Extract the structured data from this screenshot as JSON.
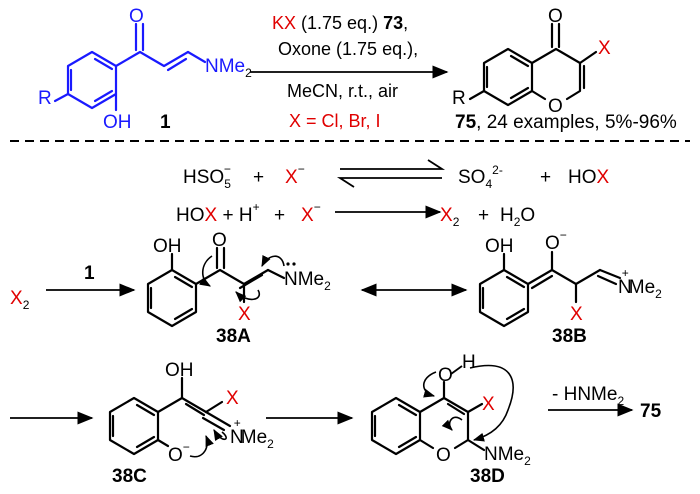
{
  "top": {
    "reactant_R": "R",
    "reactant_O": "O",
    "reactant_OH": "OH",
    "reactant_N": "NMe",
    "reactant_N_sub": "2",
    "reactant_num": "1",
    "cond1_a": "KX",
    "cond1_b": " (1.75 eq.) ",
    "cond1_c": "73",
    "cond1_d": ",",
    "cond2": "Oxone (1.75 eq.),",
    "cond3": "MeCN, r.t., air",
    "cond4": "X = Cl, Br, I",
    "product_R": "R",
    "product_O": "O",
    "product_ringO": "O",
    "product_X": "X",
    "product_num": "75",
    "product_desc": ", 24 examples, 5%-96%"
  },
  "eq1": {
    "hso": "HSO",
    "hso_sub": "5",
    "hso_sup": "−",
    "plus1": "+",
    "x": "X",
    "x_sup": "−",
    "so4": "SO",
    "so4_sub": "4",
    "so4_sup": "2-",
    "plus2": "+",
    "ho": "HO",
    "hox_x": "X"
  },
  "eq2": {
    "ho": "HO",
    "x1": "X",
    "plus_h": " + H",
    "h_sup": "+",
    "plus1": "+",
    "x2": "X",
    "x2_sup": "−",
    "x2prod": "X",
    "x2prod_sub": "2",
    "plus2": "+",
    "h2o_h": "H",
    "h2o_sub": "2",
    "h2o_o": "O"
  },
  "mech": {
    "x2": "X",
    "x2_sub": "2",
    "reagent": "1",
    "A_OH": "OH",
    "A_O": "O",
    "A_N": "N",
    "A_Me": "Me",
    "A_Me_sub": "2",
    "A_X": "X",
    "A_label": "38A",
    "B_OH": "OH",
    "B_O": "O",
    "B_O_sup": "−",
    "B_N": "N",
    "B_N_sup": "+",
    "B_Me": "Me",
    "B_Me_sub": "2",
    "B_X": "X",
    "B_label": "38B",
    "C_OH": "OH",
    "C_X": "X",
    "C_O": "O",
    "C_O_sup": "−",
    "C_N": "N",
    "C_N_sup": "+",
    "C_Me": "Me",
    "C_Me_sub": "2",
    "C_label": "38C",
    "D_O": "O",
    "D_H": "H",
    "D_X": "X",
    "D_ringO": "O",
    "D_N": "NMe",
    "D_N_sub": "2",
    "D_label": "38D",
    "elim": "- HNMe",
    "elim_sub": "2",
    "final": "75"
  }
}
